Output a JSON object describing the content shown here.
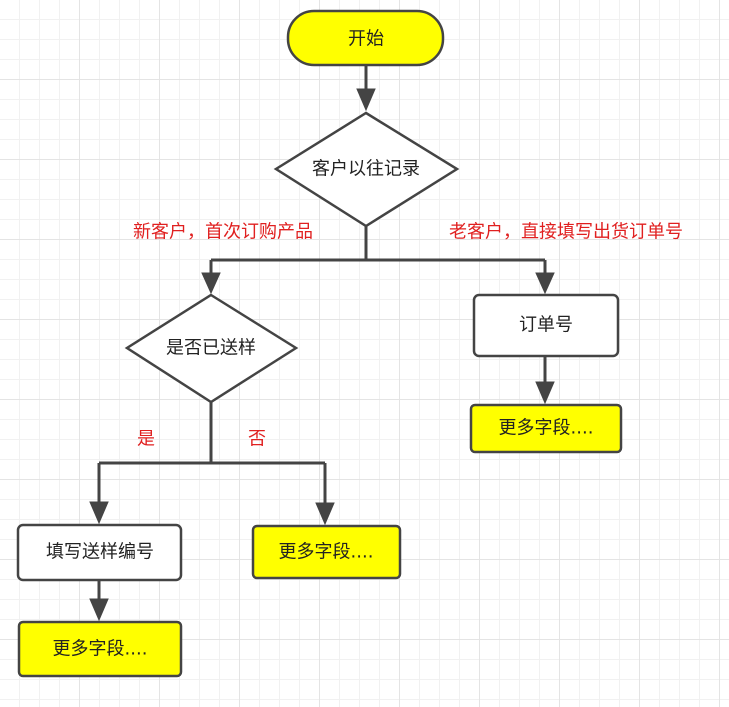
{
  "colors": {
    "terminal_fill": "#ffff00",
    "highlight_fill": "#ffff00",
    "process_fill": "#ffffff",
    "decision_fill": "#ffffff",
    "stroke": "#444444",
    "label_red": "#e02020"
  },
  "nodes": {
    "start": "开始",
    "decision_history": "客户以往记录",
    "decision_sample": "是否已送样",
    "order_number": "订单号",
    "fill_sample_number": "填写送样编号",
    "more_fields_order": "更多字段....",
    "more_fields_no_sample": "更多字段....",
    "more_fields_sample": "更多字段...."
  },
  "labels": {
    "new_customer": "新客户，首次订购产品",
    "old_customer": "老客户，直接填写出货订单号",
    "yes": "是",
    "no": "否"
  }
}
